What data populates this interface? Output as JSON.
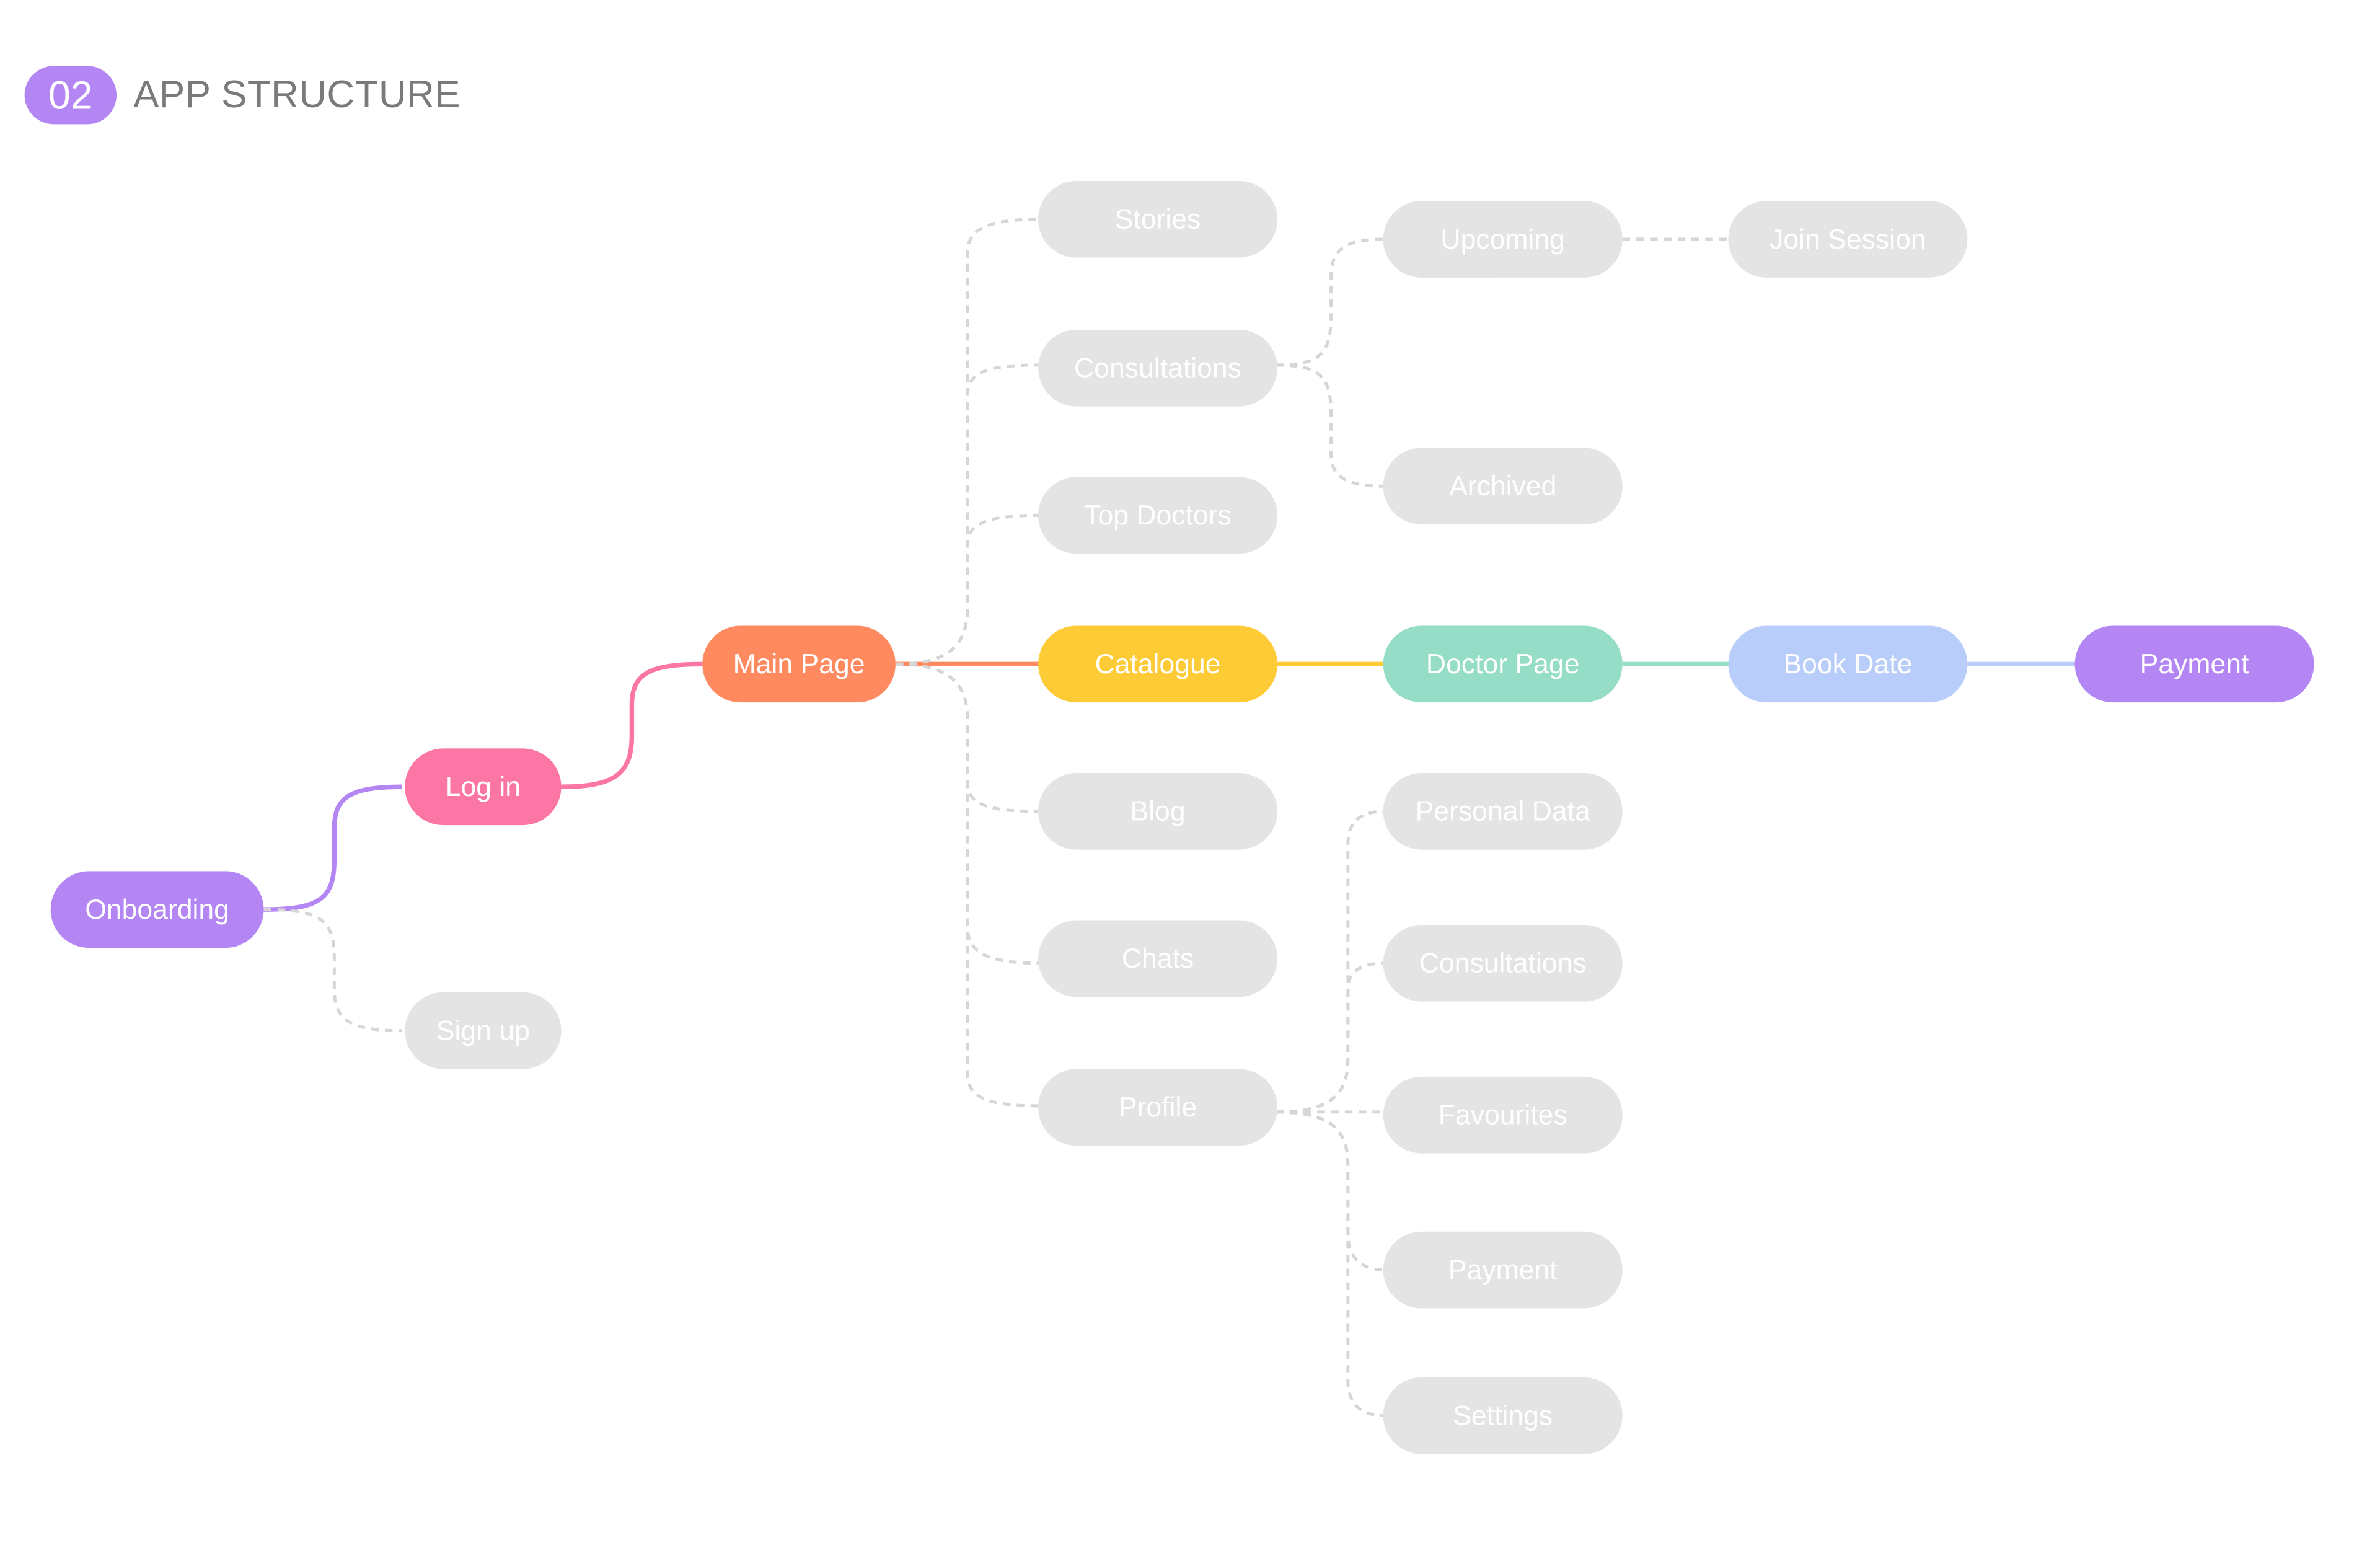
{
  "header": {
    "number": "02",
    "title": "APP STRUCTURE"
  },
  "colors": {
    "purple": "#b486f4",
    "pink": "#fb76a5",
    "orange": "#ff8a60",
    "yellow": "#fdcb35",
    "teal": "#95ddc6",
    "blue": "#b8cdfa",
    "inactive": "#e4e4e4",
    "connector_dashed": "#d6d6d6"
  },
  "nodes": {
    "onboarding": "Onboarding",
    "login": "Log in",
    "signup": "Sign up",
    "main_page": "Main Page",
    "stories": "Stories",
    "consultations": "Consultations",
    "top_doctors": "Top Doctors",
    "catalogue": "Catalogue",
    "blog": "Blog",
    "chats": "Chats",
    "profile": "Profile",
    "upcoming": "Upcoming",
    "join_session": "Join Session",
    "archived": "Archived",
    "doctor_page": "Doctor Page",
    "book_date": "Book Date",
    "payment_flow": "Payment",
    "personal_data": "Personal Data",
    "profile_consultations": "Consultations",
    "favourites": "Favourites",
    "profile_payment": "Payment",
    "settings": "Settings"
  }
}
